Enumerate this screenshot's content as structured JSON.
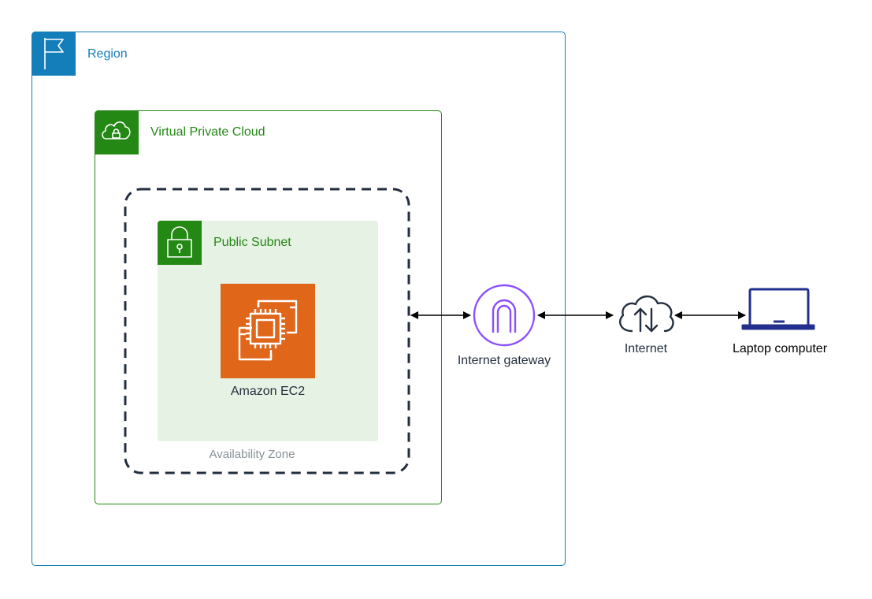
{
  "region": {
    "label": "Region",
    "icon": "flag-icon",
    "color": "#147EBA"
  },
  "vpc": {
    "label": "Virtual Private Cloud",
    "icon": "cloud-lock-icon",
    "color": "#248814"
  },
  "availability_zone": {
    "label": "Availability Zone",
    "color": "#879196"
  },
  "subnet": {
    "label": "Public Subnet",
    "icon": "padlock-icon",
    "color": "#248814",
    "fill": "#E6F2E3"
  },
  "ec2": {
    "label": "Amazon EC2",
    "icon": "ec2-chip-icon",
    "color": "#E0661A"
  },
  "internet_gateway": {
    "label": "Internet gateway",
    "icon": "internet-gateway-icon",
    "color": "#8C4FFF"
  },
  "internet": {
    "label": "Internet",
    "icon": "cloud-updown-icon"
  },
  "laptop": {
    "label": "Laptop computer",
    "icon": "laptop-icon",
    "color": "#232F8E"
  }
}
